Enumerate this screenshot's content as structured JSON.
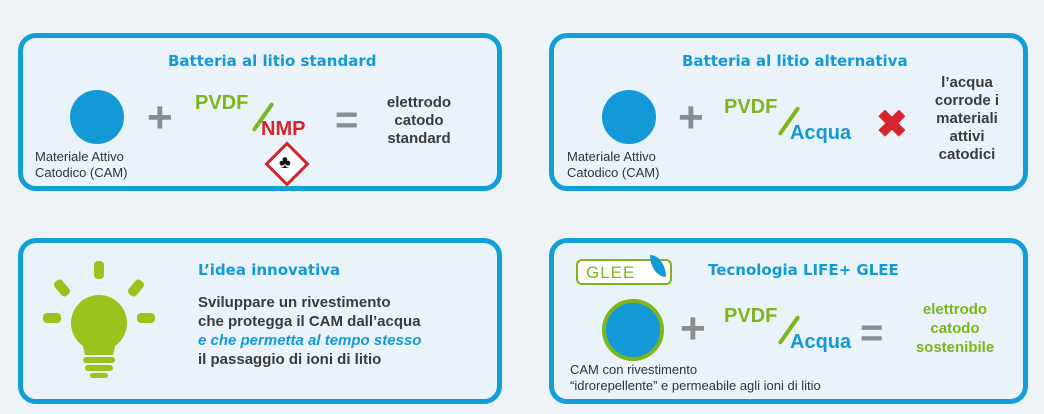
{
  "panel1": {
    "title": "Batteria al litio standard",
    "cam_label_line1": "Materiale Attivo",
    "cam_label_line2": "Catodico (CAM)",
    "plus": "+",
    "pvdf": "PVDF",
    "solvent": "NMP",
    "equals": "=",
    "result_line1": "elettrodo",
    "result_line2": "catodo",
    "result_line3": "standard"
  },
  "panel2": {
    "title": "Batteria al litio alternativa",
    "cam_label_line1": "Materiale Attivo",
    "cam_label_line2": "Catodico (CAM)",
    "plus": "+",
    "pvdf": "PVDF",
    "solvent": "Acqua",
    "cross": "✖",
    "result_line1": "l’acqua",
    "result_line2": "corrode i",
    "result_line3": "materiali",
    "result_line4": "attivi",
    "result_line5": "catodici"
  },
  "panel3": {
    "title": "L’idea innovativa",
    "line1": "Sviluppare un rivestimento",
    "line2": "che protegga il CAM dall’acqua",
    "line3": "e che permetta al tempo stesso",
    "line4": "il passaggio di ioni di litio"
  },
  "panel4": {
    "logo": "GLEE",
    "title": "Tecnologia LIFE+ GLEE",
    "plus": "+",
    "pvdf": "PVDF",
    "solvent": "Acqua",
    "equals": "=",
    "result_line1": "elettrodo",
    "result_line2": "catodo",
    "result_line3": "sostenibile",
    "cam_label_line1": "CAM con rivestimento",
    "cam_label_line2": "“idrorepellente” e permeabile agli ioni di litio"
  },
  "colors": {
    "accent": "#139ad6",
    "green": "#7cb51c",
    "red": "#d6232c",
    "gray": "#8a8d90"
  }
}
